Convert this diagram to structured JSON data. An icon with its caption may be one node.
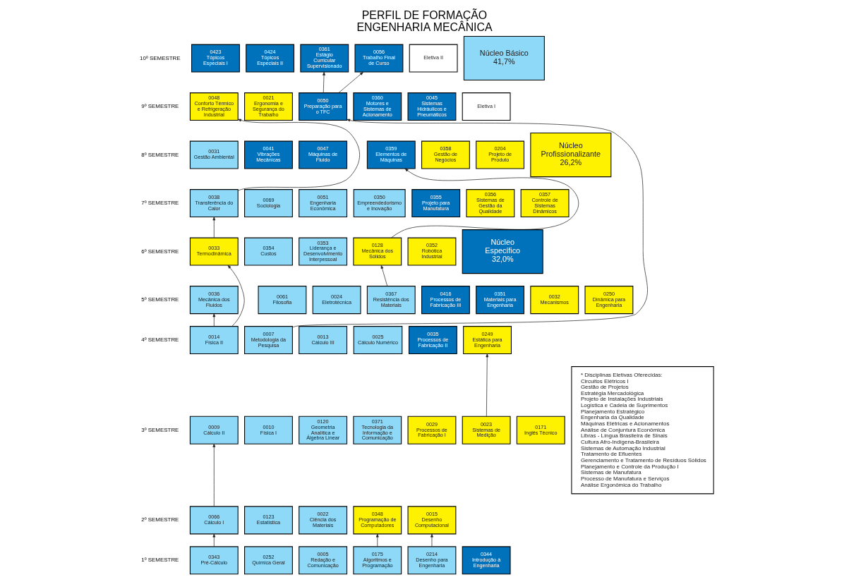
{
  "diagram": {
    "title": "PERFIL DE FORMAÇÃO ENGENHARIA MECÂNICA",
    "nodes": [
      {
        "text": [
          "0423",
          "Tópicos Especiais I"
        ]
      },
      {
        "text": [
          "0424",
          "Tópicos Especiais II"
        ]
      },
      {
        "text": [
          "0361",
          "Estágio Curricular Supervisionado"
        ]
      },
      {
        "text": [
          "0056",
          "Trabalho Final de Curso"
        ]
      },
      {
        "text": [
          "Eletiva II"
        ]
      },
      {
        "text": [
          "0048",
          "Conforto Térmico e Refrigeração Industrial"
        ]
      },
      {
        "text": [
          "0021",
          "Ergonomia e Segurança do Trabalho"
        ]
      },
      {
        "text": [
          "0050",
          "Preparação para o TFC"
        ]
      },
      {
        "text": [
          "0360",
          "Motores e Sistemas de Acionamento"
        ]
      },
      {
        "text": [
          "0045",
          "Sistemas Hidráulicos e Pneumáticos"
        ]
      },
      {
        "text": [
          "Eletiva I"
        ]
      },
      {
        "text": [
          "0031",
          "Gestão Ambiental"
        ]
      },
      {
        "text": [
          "0041",
          "Vibrações Mecânicas"
        ]
      },
      {
        "text": [
          "0047",
          "Máquinas de Fluido"
        ]
      },
      {
        "text": [
          "0359",
          "Elementos de Máquinas"
        ]
      },
      {
        "text": [
          "0358",
          "Gestão de Negócios"
        ]
      },
      {
        "text": [
          "0204",
          "Projeto de Produto"
        ]
      },
      {
        "text": [
          "0038",
          "Transferência do Calor"
        ]
      },
      {
        "text": [
          "0069",
          "Sociologia"
        ]
      },
      {
        "text": [
          "0051",
          "Engenharia Econômica"
        ]
      },
      {
        "text": [
          "0350",
          "Empreendedorismo e Inovação"
        ]
      },
      {
        "text": [
          "0355",
          "Projeto para Manufatura"
        ]
      },
      {
        "text": [
          "0356",
          "Sistemas de Gestão da Qualidade"
        ]
      },
      {
        "text": [
          "0357",
          "Controle de Sistemas Dinâmicos"
        ]
      },
      {
        "text": [
          "0033",
          "Termodinâmica"
        ]
      },
      {
        "text": [
          "0354",
          "Custos"
        ]
      },
      {
        "text": [
          "0353",
          "Liderança e Desenvolvimento Interpessoal"
        ]
      },
      {
        "text": [
          "0128",
          "Mecânica dos Sólidos"
        ]
      },
      {
        "text": [
          "0352",
          "Robótica Industrial"
        ]
      },
      {
        "text": [
          "0036",
          "Mecânica dos Fluidos"
        ]
      },
      {
        "text": [
          "0061",
          "Filosofia"
        ]
      },
      {
        "text": [
          "0024",
          "Eletrotécnica"
        ]
      },
      {
        "text": [
          "0367",
          "Resistência dos Materiais"
        ]
      },
      {
        "text": [
          "0416",
          "Processos de Fabricação III"
        ]
      },
      {
        "text": [
          "0351",
          "Materiais para Engenharia"
        ]
      },
      {
        "text": [
          "0032",
          "Mecanismos"
        ]
      },
      {
        "text": [
          "0250",
          "Dinâmica para Engenharia"
        ]
      },
      {
        "text": [
          "0014",
          "Física II"
        ]
      },
      {
        "text": [
          "0007",
          "Metodologia da Pesquisa"
        ]
      },
      {
        "text": [
          "0013",
          "Cálculo III"
        ]
      },
      {
        "text": [
          "0025",
          "Cálculo Numérico"
        ]
      },
      {
        "text": [
          "0035",
          "Processos de Fabricação II"
        ]
      },
      {
        "text": [
          "0249",
          "Estática para Engenharia"
        ]
      },
      {
        "text": [
          "0009",
          "Cálculo II"
        ]
      },
      {
        "text": [
          "0010",
          "Física I"
        ]
      },
      {
        "text": [
          "0120",
          "Geometria Analítica e Álgebra Linear"
        ]
      },
      {
        "text": [
          "0371",
          "Tecnologia da Informação e Comunicação"
        ]
      },
      {
        "text": [
          "0029",
          "Processos de Fabricação I"
        ]
      },
      {
        "text": [
          "0023",
          "Sistemas de Medição"
        ]
      },
      {
        "text": [
          "0171",
          "Inglês Técnico"
        ]
      },
      {
        "text": [
          "0066",
          "Cálculo I"
        ]
      },
      {
        "text": [
          "0123",
          "Estatística"
        ]
      },
      {
        "text": [
          "0022",
          "Ciência dos Materiais"
        ]
      },
      {
        "text": [
          "0348",
          "Programação de Computadores"
        ]
      },
      {
        "text": [
          "0015",
          "Desenho Computacional"
        ]
      },
      {
        "text": [
          "0343",
          "Pré-Cálculo"
        ]
      },
      {
        "text": [
          "0252",
          "Química Geral"
        ]
      },
      {
        "text": [
          "0005",
          "Redação e Comunicação"
        ]
      },
      {
        "text": [
          "0175",
          "Algoritmos e Programação"
        ]
      },
      {
        "text": [
          "0214",
          "Desenho para Engenharia"
        ]
      },
      {
        "text": [
          "0344",
          "Introdução à Engenharia"
        ]
      },
      {
        "text": [
          "* Disciplinas Eletivas Oferecidas:",
          "Circuitos Elétricos I",
          "Gestão de Projetos",
          "Estratégia Mercadológica",
          "Projeto de Instalações Industriais",
          "Logística e Cadeia de Suprimentos",
          "Planejamento Estratégico",
          "Engenharia da Qualidade",
          "Máquinas Elétricas e Acionamentos",
          "Análise de Conjuntura Econômica",
          "Libras - Língua Brasileira de Sinais",
          "Cultura Afro-Indígena-Brasileira",
          "Sistemas de Automação Industrial",
          "Tratamento de Efluentes",
          "Gerenciamento e Tratamento de Resíduos Sólidos",
          "Planejamento e Controle da Produção I",
          "Sistemas de Manufatura",
          "Processo de Manufatura e Serviços",
          "Análise Ergonômica do Trabalho"
        ]
      }
    ],
    "edges": [
      {
        "from": 55,
        "to": 50,
        "arrow": "to"
      },
      {
        "from": 50,
        "to": 43,
        "arrow": "to"
      },
      {
        "from": 58,
        "to": 53,
        "arrow": "to"
      },
      {
        "from": 59,
        "to": 54,
        "arrow": "to"
      },
      {
        "from": 48,
        "to": 42,
        "arrow": "to"
      },
      {
        "from": 37,
        "to": 29,
        "arrow": "to"
      },
      {
        "from": 37,
        "to": 24,
        "arrow": "to"
      },
      {
        "from": 24,
        "to": 17,
        "arrow": "to"
      },
      {
        "from": 17,
        "to": 5,
        "arrow": "to"
      },
      {
        "from": 38,
        "to": 7,
        "arrow": "to"
      },
      {
        "from": 32,
        "to": 27,
        "arrow": "to"
      },
      {
        "from": 27,
        "to": 14,
        "arrow": "to"
      },
      {
        "from": 7,
        "to": 2,
        "arrow": "to"
      },
      {
        "from": 7,
        "to": 3,
        "arrow": "to"
      }
    ],
    "labels": [
      "10º SEMESTRE",
      "9º SEMESTRE",
      "8º SEMESTRE",
      "7º SEMESTRE",
      "6º SEMESTRE",
      "5º SEMESTRE",
      "4º SEMESTRE",
      "3º SEMESTRE",
      "2º SEMESTRE",
      "1º SEMESTRE"
    ],
    "legend": [
      {
        "text": "Núcleo Básico 41,7%",
        "color": "#8ed8f8"
      },
      {
        "text": "Núcleo Profissionalizante 26,2%",
        "color": "#fff200"
      },
      {
        "text": "Núcleo Específico 32,0%",
        "color": "#0072bc"
      }
    ]
  }
}
